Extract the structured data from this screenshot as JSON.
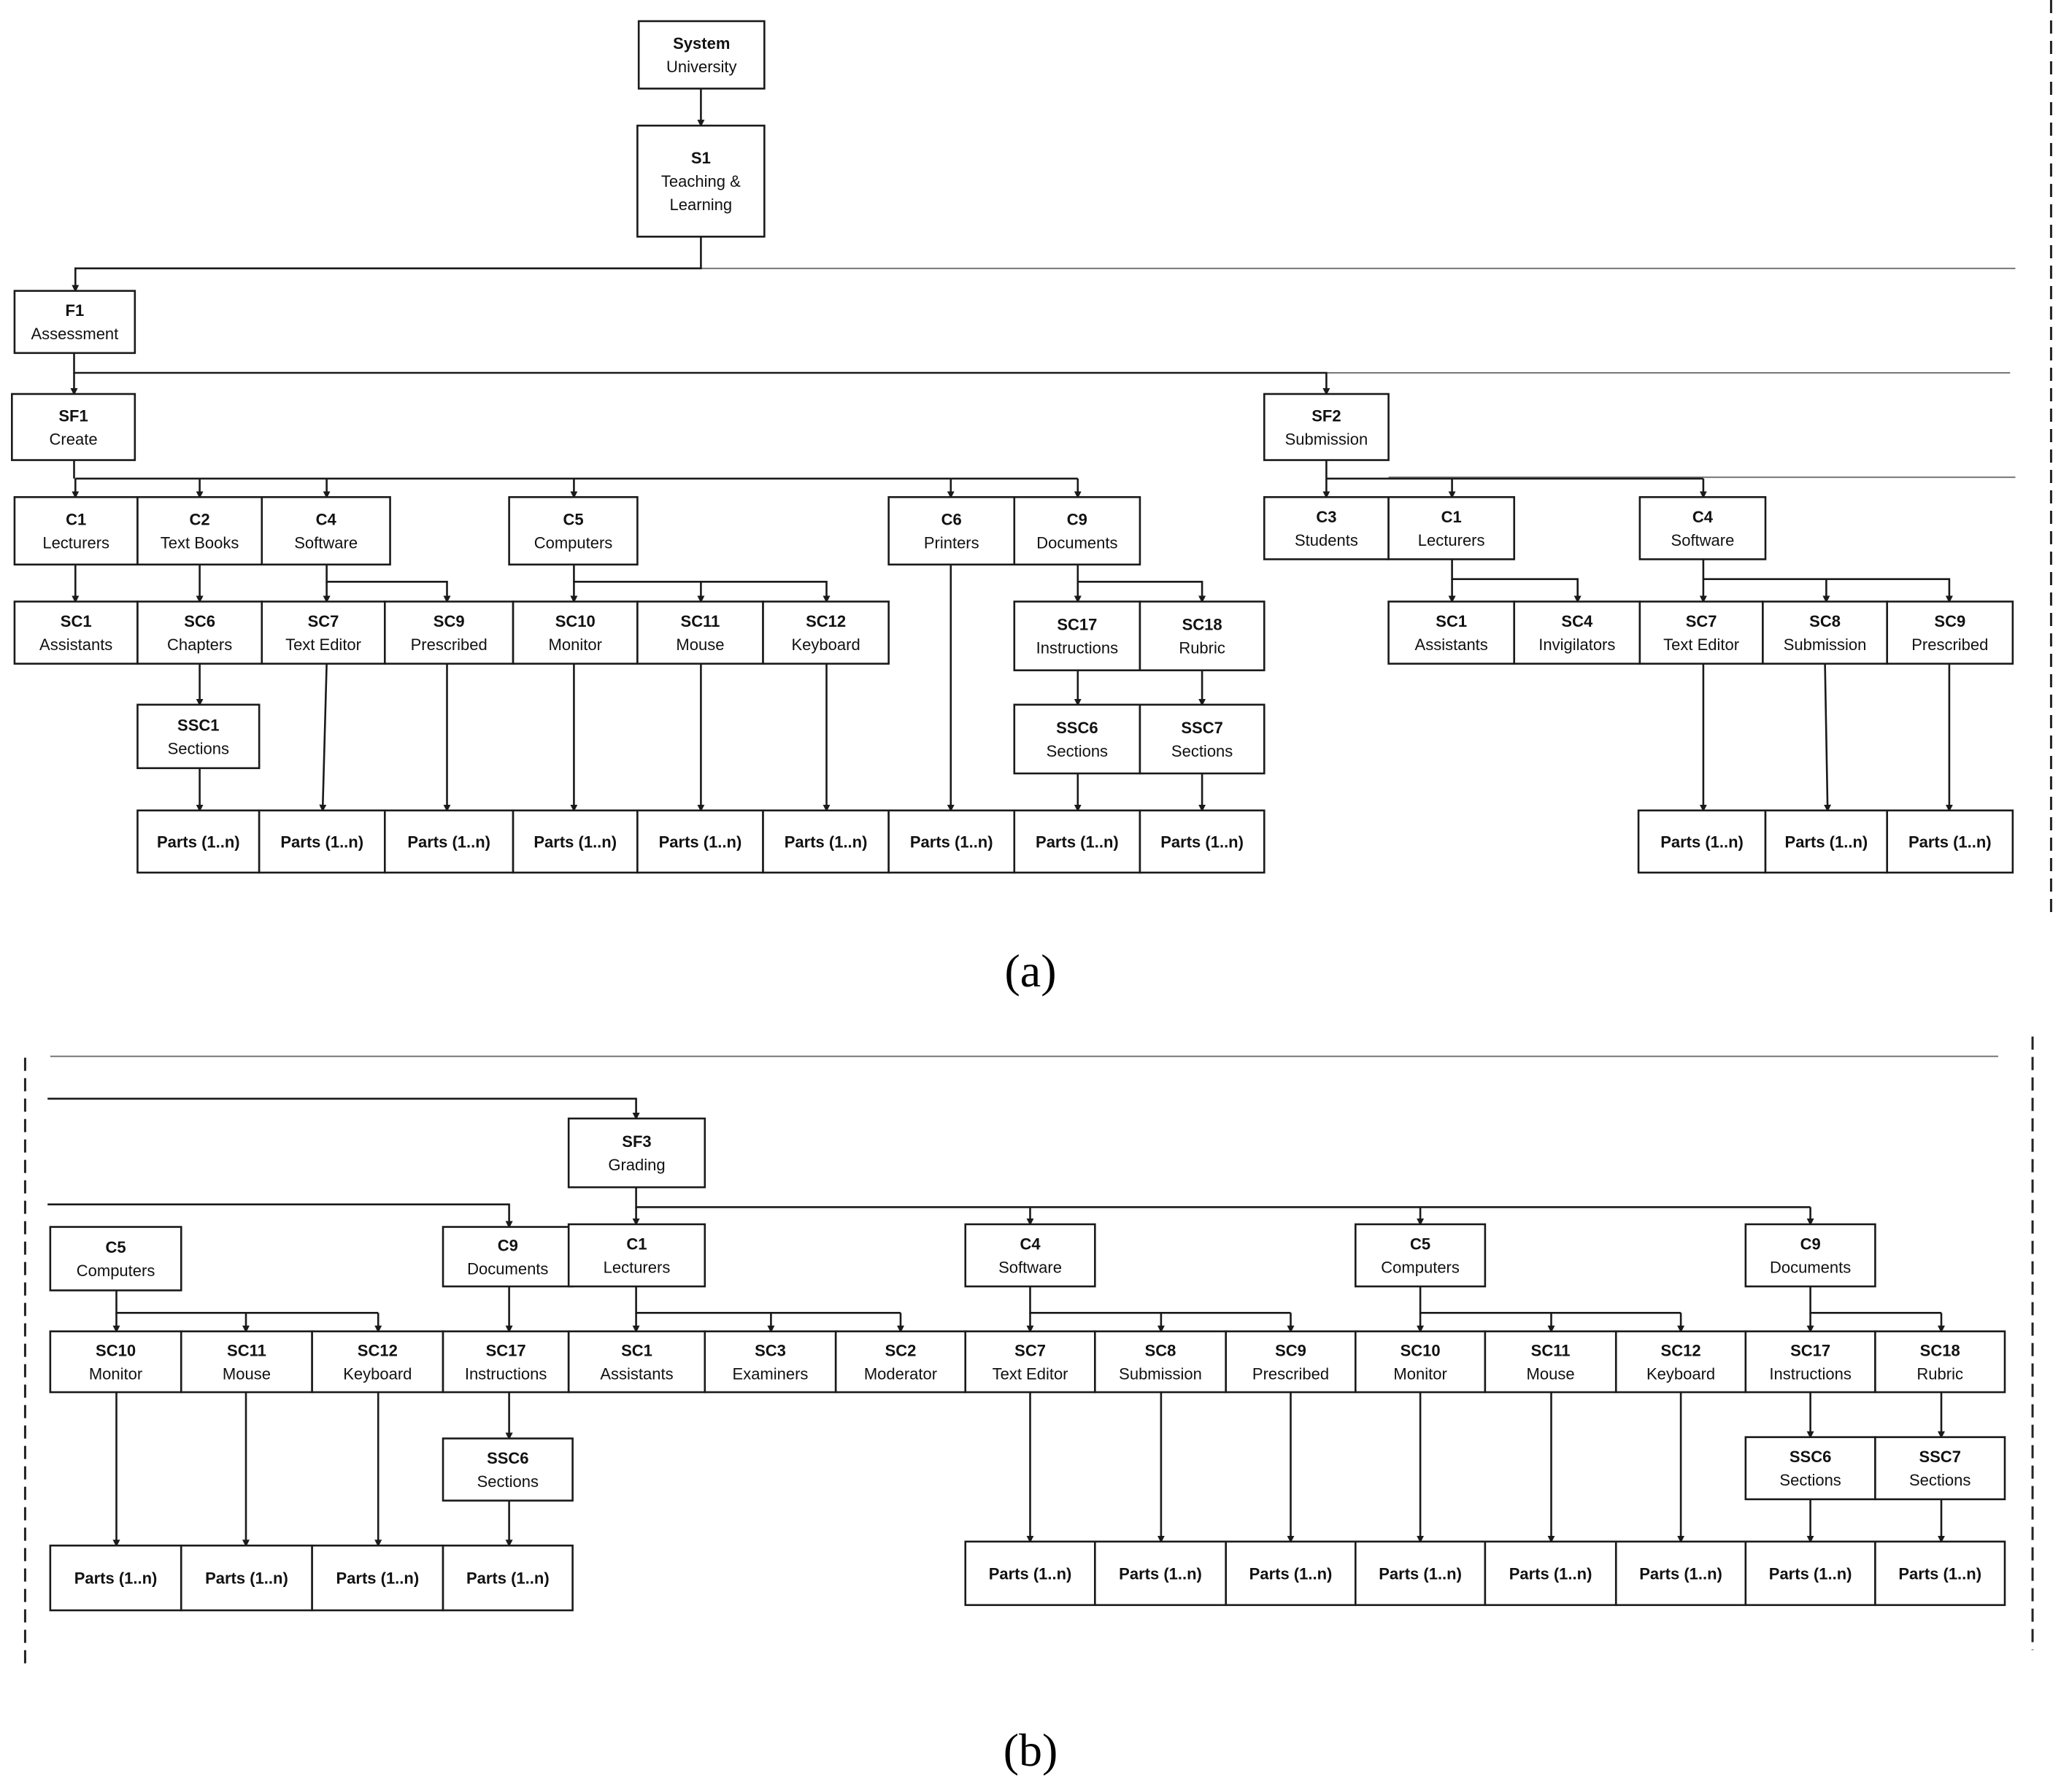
{
  "panel_a": {
    "label": "(a)",
    "nodes": [
      {
        "code": "System",
        "name": "University"
      },
      {
        "code": "S1",
        "name": "Teaching &",
        "name2": "Learning"
      },
      {
        "code": "F1",
        "name": "Assessment"
      },
      {
        "code": "SF1",
        "name": "Create"
      },
      {
        "code": "SF2",
        "name": "Submission"
      },
      {
        "code": "C1",
        "name": "Lecturers"
      },
      {
        "code": "C2",
        "name": "Text Books"
      },
      {
        "code": "C4",
        "name": "Software"
      },
      {
        "code": "C5",
        "name": "Computers"
      },
      {
        "code": "C6",
        "name": "Printers"
      },
      {
        "code": "C9",
        "name": "Documents"
      },
      {
        "code": "C3",
        "name": "Students"
      },
      {
        "code": "C1",
        "name": "Lecturers"
      },
      {
        "code": "C4",
        "name": "Software"
      },
      {
        "code": "SC1",
        "name": "Assistants"
      },
      {
        "code": "SC6",
        "name": "Chapters"
      },
      {
        "code": "SC7",
        "name": "Text Editor"
      },
      {
        "code": "SC9",
        "name": "Prescribed"
      },
      {
        "code": "SC10",
        "name": "Monitor"
      },
      {
        "code": "SC11",
        "name": "Mouse"
      },
      {
        "code": "SC12",
        "name": "Keyboard"
      },
      {
        "code": "SC17",
        "name": "Instructions"
      },
      {
        "code": "SC18",
        "name": "Rubric"
      },
      {
        "code": "SC1",
        "name": "Assistants"
      },
      {
        "code": "SC4",
        "name": "Invigilators"
      },
      {
        "code": "SC7",
        "name": "Text Editor"
      },
      {
        "code": "SC8",
        "name": "Submission"
      },
      {
        "code": "SC9",
        "name": "Prescribed"
      },
      {
        "code": "SSC1",
        "name": "Sections"
      },
      {
        "code": "SSC6",
        "name": "Sections"
      },
      {
        "code": "SSC7",
        "name": "Sections"
      },
      {
        "code": "Parts (1..n)"
      },
      {
        "code": "Parts (1..n)"
      },
      {
        "code": "Parts (1..n)"
      },
      {
        "code": "Parts (1..n)"
      },
      {
        "code": "Parts (1..n)"
      },
      {
        "code": "Parts (1..n)"
      },
      {
        "code": "Parts (1..n)"
      },
      {
        "code": "Parts (1..n)"
      },
      {
        "code": "Parts (1..n)"
      },
      {
        "code": "Parts (1..n)"
      },
      {
        "code": "Parts (1..n)"
      },
      {
        "code": "Parts (1..n)"
      }
    ]
  },
  "panel_b": {
    "label": "(b)",
    "nodes": [
      {
        "code": "SF3",
        "name": "Grading"
      },
      {
        "code": "C5",
        "name": "Computers"
      },
      {
        "code": "C9",
        "name": "Documents"
      },
      {
        "code": "C1",
        "name": "Lecturers"
      },
      {
        "code": "C4",
        "name": "Software"
      },
      {
        "code": "C5",
        "name": "Computers"
      },
      {
        "code": "C9",
        "name": "Documents"
      },
      {
        "code": "SC10",
        "name": "Monitor"
      },
      {
        "code": "SC11",
        "name": "Mouse"
      },
      {
        "code": "SC12",
        "name": "Keyboard"
      },
      {
        "code": "SC17",
        "name": "Instructions"
      },
      {
        "code": "SC1",
        "name": "Assistants"
      },
      {
        "code": "SC3",
        "name": "Examiners"
      },
      {
        "code": "SC2",
        "name": "Moderator"
      },
      {
        "code": "SC7",
        "name": "Text Editor"
      },
      {
        "code": "SC8",
        "name": "Submission"
      },
      {
        "code": "SC9",
        "name": "Prescribed"
      },
      {
        "code": "SC10",
        "name": "Monitor"
      },
      {
        "code": "SC11",
        "name": "Mouse"
      },
      {
        "code": "SC12",
        "name": "Keyboard"
      },
      {
        "code": "SC17",
        "name": "Instructions"
      },
      {
        "code": "SC18",
        "name": "Rubric"
      },
      {
        "code": "SSC6",
        "name": "Sections"
      },
      {
        "code": "SSC6",
        "name": "Sections"
      },
      {
        "code": "SSC7",
        "name": "Sections"
      },
      {
        "code": "Parts (1..n)"
      },
      {
        "code": "Parts (1..n)"
      },
      {
        "code": "Parts (1..n)"
      },
      {
        "code": "Parts (1..n)"
      },
      {
        "code": "Parts (1..n)"
      },
      {
        "code": "Parts (1..n)"
      },
      {
        "code": "Parts (1..n)"
      },
      {
        "code": "Parts (1..n)"
      },
      {
        "code": "Parts (1..n)"
      },
      {
        "code": "Parts (1..n)"
      },
      {
        "code": "Parts (1..n)"
      },
      {
        "code": "Parts (1..n)"
      }
    ]
  },
  "colors": {
    "stroke": "#1a1a1a",
    "guide": "#777777",
    "text": "#111111",
    "background": "#ffffff"
  }
}
